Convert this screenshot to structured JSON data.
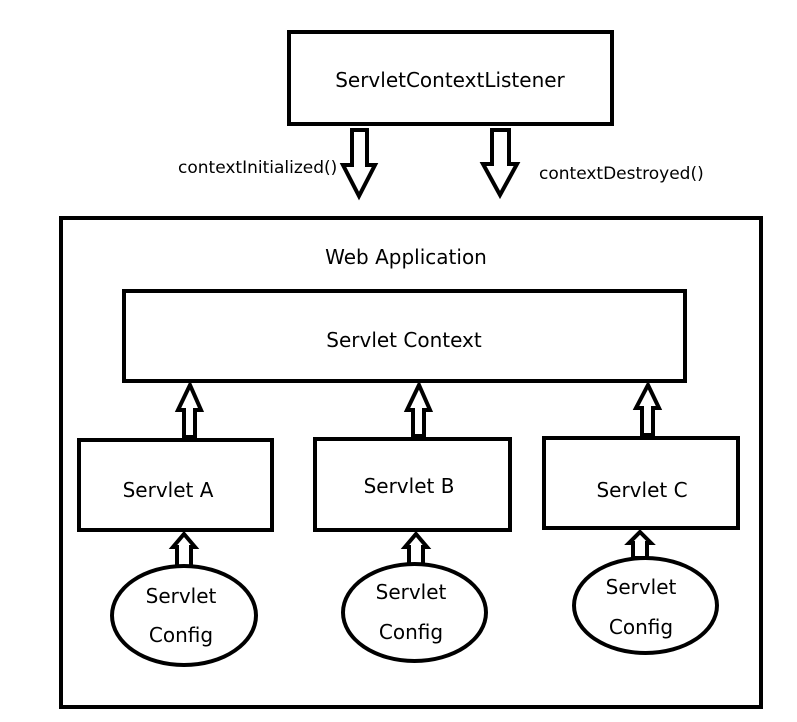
{
  "listener": {
    "label": "ServletContextListener"
  },
  "events": {
    "initialized": "contextInitialized()",
    "destroyed": "contextDestroyed()"
  },
  "web_app": {
    "label": "Web Application"
  },
  "servlet_context": {
    "label": "Servlet Context"
  },
  "servlets": [
    {
      "label": "Servlet A",
      "config_line1": "Servlet",
      "config_line2": "Config"
    },
    {
      "label": "Servlet B",
      "config_line1": "Servlet",
      "config_line2": "Config"
    },
    {
      "label": "Servlet C",
      "config_line1": "Servlet",
      "config_line2": "Config"
    }
  ]
}
